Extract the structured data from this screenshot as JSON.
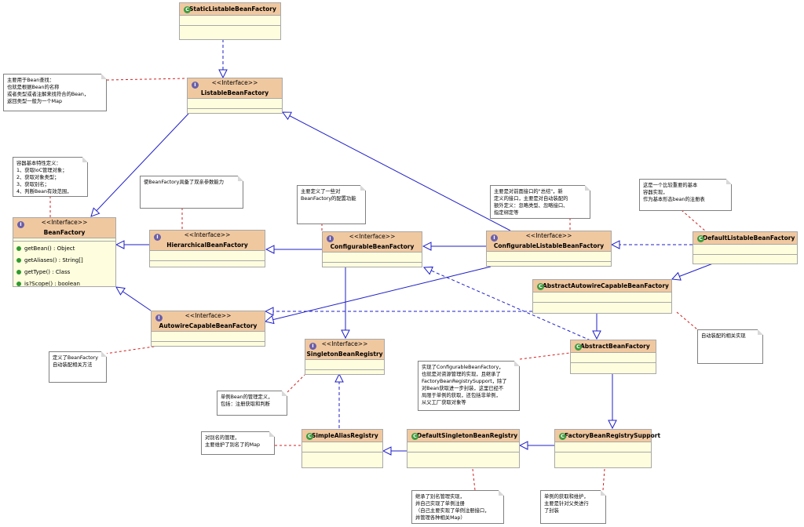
{
  "classes": {
    "static_listable": {
      "name": "StaticListableBeanFactory"
    },
    "listable": {
      "stereotype": "<<Interface>>",
      "name": "ListableBeanFactory"
    },
    "bean_factory": {
      "stereotype": "<<Interface>>",
      "name": "BeanFactory",
      "ops": [
        "getBean() : Object",
        "getAliases() : String[]",
        "getType() : Class",
        "is?Scope() : boolean"
      ]
    },
    "hierarchical": {
      "stereotype": "<<Interface>>",
      "name": "HierarchicalBeanFactory"
    },
    "configurable": {
      "stereotype": "<<Interface>>",
      "name": "ConfigurableBeanFactory"
    },
    "configurable_listable": {
      "stereotype": "<<Interface>>",
      "name": "ConfigurableListableBeanFactory"
    },
    "default_listable": {
      "name": "DefaultListableBeanFactory"
    },
    "abstract_autowire": {
      "name": "AbstractAutowireCapableBeanFactory"
    },
    "autowire_capable": {
      "stereotype": "<<Interface>>",
      "name": "AutowireCapableBeanFactory"
    },
    "singleton_registry": {
      "stereotype": "<<Interface>>",
      "name": "SingletonBeanRegistry"
    },
    "abstract_bean_factory": {
      "name": "AbstractBeanFactory"
    },
    "simple_alias": {
      "name": "SimpleAliasRegistry"
    },
    "default_singleton": {
      "name": "DefaultSingletonBeanRegistry"
    },
    "factory_registry_support": {
      "name": "FactoryBeanRegistrySupport"
    }
  },
  "notes": {
    "listable_note": [
      "主要用于Bean查找：",
      "也就是根据Bean的名称",
      "或者类型或者注解来找符合的Bean，",
      "返回类型一般为一个Map"
    ],
    "bean_factory_note": [
      "容器基本特性定义：",
      "1、获取IoC管理对象；",
      "2、获取对象类型；",
      "3、获取别名；",
      "4、判断Bean有效范围，"
    ],
    "hierarchical_note": [
      "使BeanFactory具备了双亲参数能力"
    ],
    "configurable_note": [
      "主要定义了一些对",
      "BeanFactory的配置功能"
    ],
    "configurable_listable_note": [
      "主要是对前面接口的\"总结\"，新",
      "定义的接口，主要是对自动装配的",
      "额外定义：忽略类型、忽略接口、",
      "指定绑定等"
    ],
    "default_listable_note": [
      "这是一个比较重要的基本",
      "容器实现，",
      "作为基本形态bean的注册表"
    ],
    "autowire_capable_note": [
      "定义了BeanFactory",
      "自动装配相关方法"
    ],
    "abstract_autowire_note": [
      "自动装配的相关实现"
    ],
    "abstract_bean_factory_note": [
      "实现了ConfigurableBeanFactory，",
      "也就是对资源管理的实现，且继承了",
      "FactoryBeanRegistrySupport，除了",
      "对Bean获取进一步封装，这里已经不",
      "局限于单例的获取，还包括非单例，",
      "从父工厂获取对象等"
    ],
    "singleton_registry_note": [
      "单例Bean的管理定义，",
      "包括：注册获取和判断"
    ],
    "simple_alias_note": [
      "对别名的管理，",
      "主要维护了别名了的Map"
    ],
    "default_singleton_note": [
      "继承了别名管理实现，",
      "并自己实现了单例注册",
      "（自己主要实现了单例注册接口，",
      "并管理各种相关Map）"
    ],
    "factory_registry_support_note": [
      "单例的获取和维护，",
      "主要是针对父类进行",
      "了封装"
    ]
  },
  "colors": {
    "header": "#f0c8a0",
    "body": "#fefede",
    "line": "#1f1fc8",
    "dashed_note": "#d02020"
  }
}
